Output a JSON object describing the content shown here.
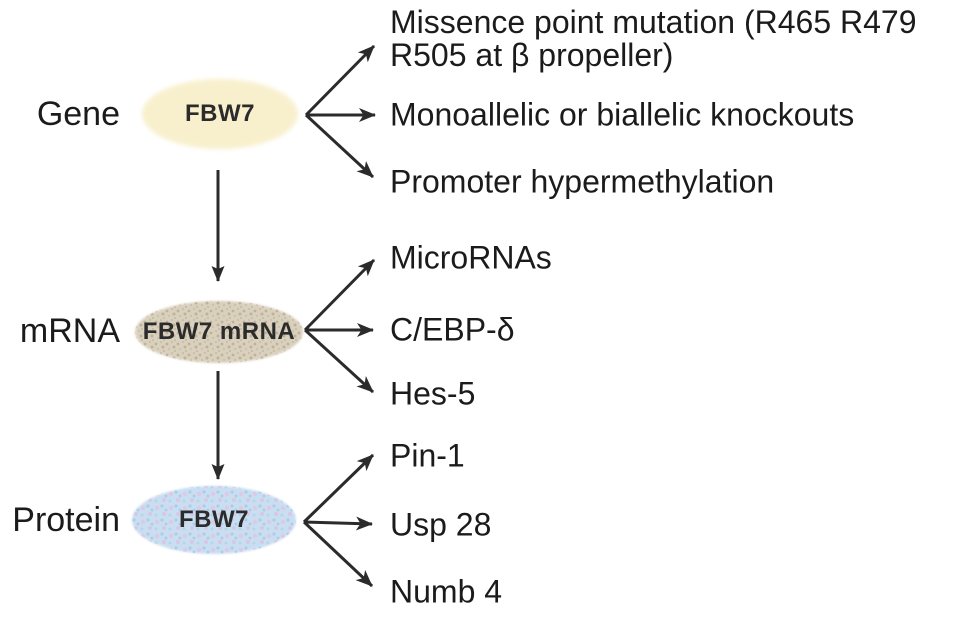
{
  "figure": {
    "background": "#ffffff",
    "arrow_color": "#2b2b2b",
    "text_color": "#1b1b1b"
  },
  "levels": [
    {
      "label": "Gene",
      "node": "FBW7",
      "node_fill": "#f8f0cd",
      "branches": [
        "Missence point mutation (R465 R479\nR505 at β propeller)",
        "Monoallelic or biallelic knockouts",
        "Promoter hypermethylation"
      ]
    },
    {
      "label": "mRNA",
      "node": "FBW7 mRNA",
      "node_fill": "#d9d0be",
      "node_speckle": "#b7a88c",
      "branches": [
        "MicroRNAs",
        "C/EBP-δ",
        "Hes-5"
      ]
    },
    {
      "label": "Protein",
      "node": "FBW7",
      "node_fill": "#c9def1",
      "node_speckle": "#a8c8e8",
      "node_speckle_alt": "#e2c4e2",
      "branches": [
        "Pin-1",
        "Usp 28",
        "Numb 4"
      ]
    }
  ]
}
